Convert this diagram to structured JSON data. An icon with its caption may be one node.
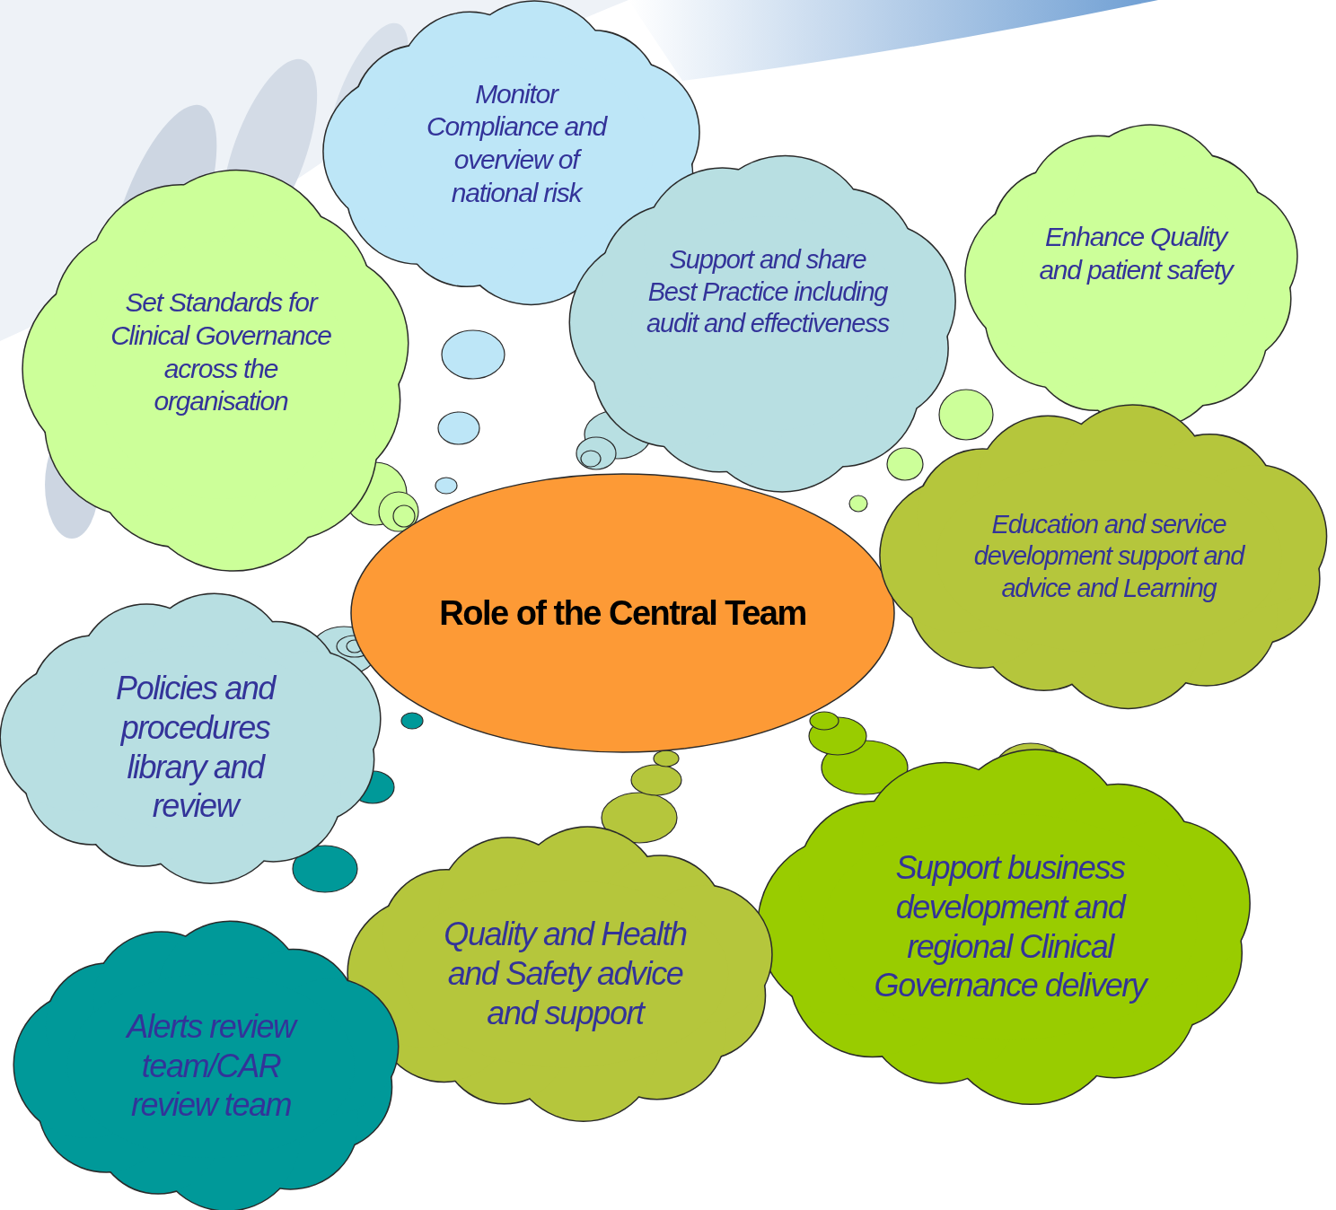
{
  "diagram": {
    "nodes": [
      {
        "text": [
          "Monitor Compliance and overview of national risk"
        ]
      },
      {
        "text": [
          "Set Standards for Clinical Governance across the organisation"
        ]
      },
      {
        "text": [
          "Support  and share Best Practice including audit and effectiveness"
        ]
      },
      {
        "text": [
          "Enhance Quality and patient safety"
        ]
      },
      {
        "text": [
          "Role of the Central Team"
        ]
      },
      {
        "text": [
          "Education and service development support and advice and Learning"
        ]
      },
      {
        "text": [
          "Policies and procedures library and review"
        ]
      },
      {
        "text": [
          "Support business development and regional Clinical Governance delivery"
        ]
      },
      {
        "text": [
          "Quality and Health and Safety advice and support"
        ]
      },
      {
        "text": [
          "Alerts review team/CAR review team"
        ]
      }
    ]
  }
}
